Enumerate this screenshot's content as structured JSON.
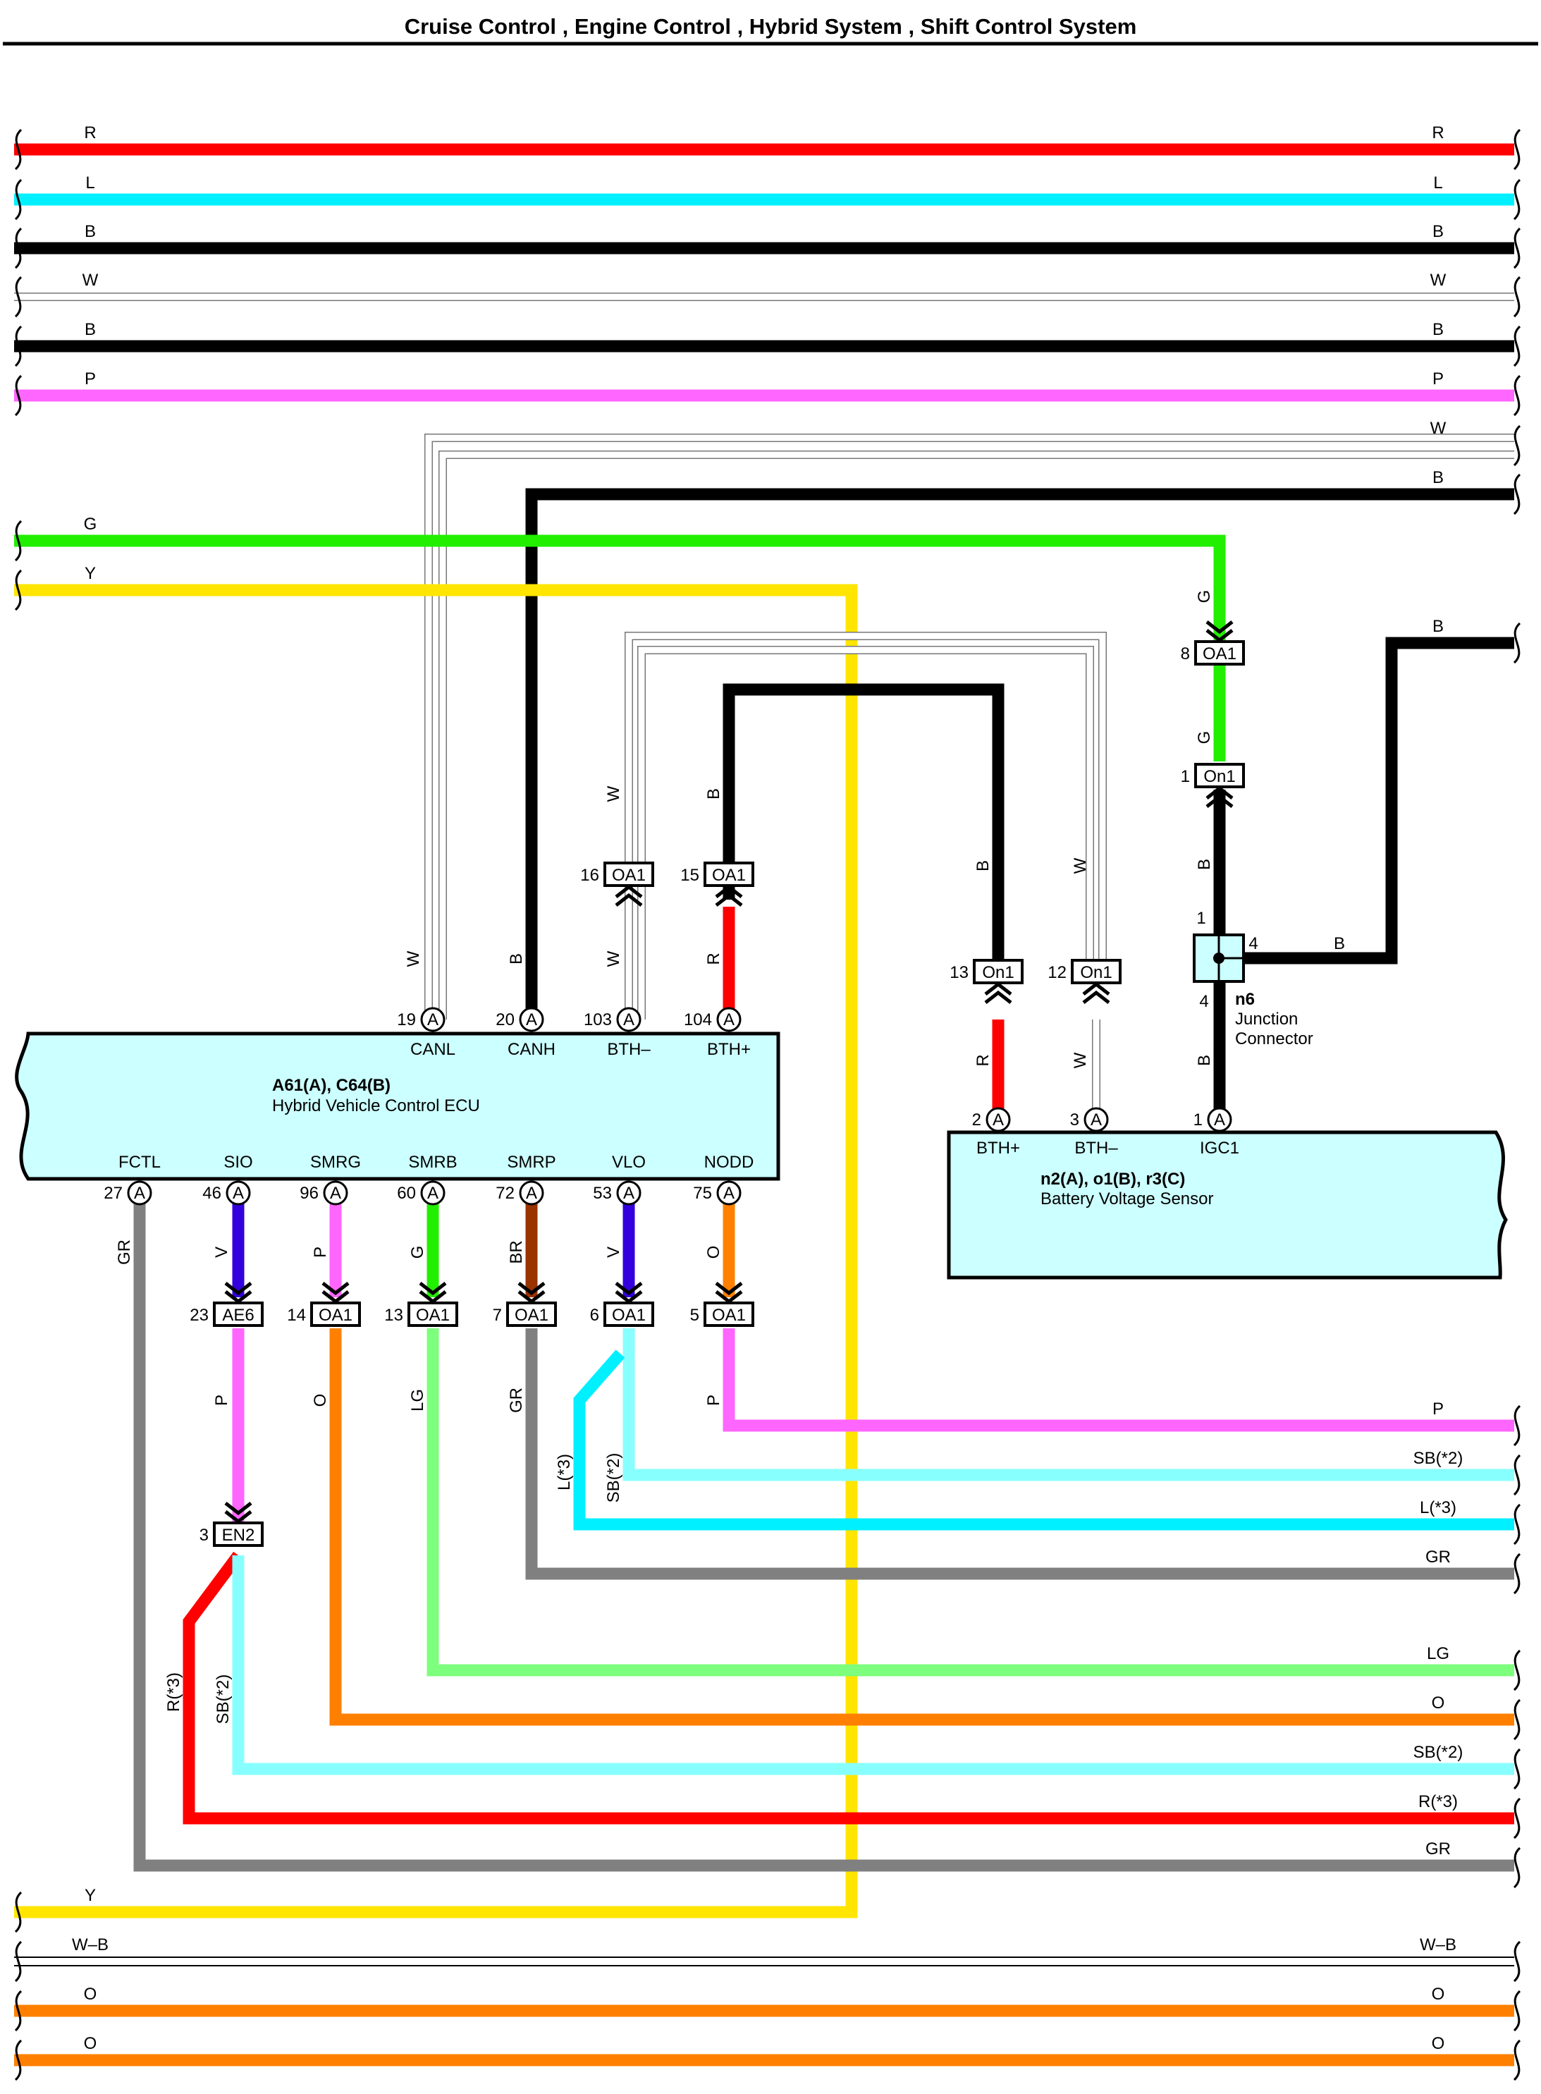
{
  "title": "Cruise Control , Engine Control , Hybrid System , Shift Control System",
  "colors": {
    "R": "#ff0000",
    "L": "#00f0ff",
    "B": "#000000",
    "W": "#ffffff",
    "P": "#ff66ff",
    "G": "#22ee00",
    "Y": "#ffe500",
    "GR": "#808080",
    "V": "#3300dd",
    "BR": "#993300",
    "O": "#ff8000",
    "LG": "#7dff7d",
    "SB": "#88ffff",
    "ecu_fill": "#ccffff"
  },
  "buses": {
    "r": "R",
    "l": "L",
    "b1": "B",
    "w": "W",
    "b2": "B",
    "p": "P",
    "w2": "W",
    "b3": "B",
    "g": "G",
    "y": "Y",
    "b4": "B",
    "p_out": "P",
    "sb_out1": "SB(*2)",
    "l_out": "L(*3)",
    "gr_out1": "GR",
    "lg_out": "LG",
    "o_out1": "O",
    "sb_out2": "SB(*2)",
    "r_out": "R(*3)",
    "gr_out2": "GR",
    "y_bot": "Y",
    "wb": "W–B",
    "o_bot1": "O",
    "o_bot2": "O"
  },
  "wire_labels": {
    "w_canl": "W",
    "b_canh": "B",
    "w_bthm": "W",
    "r_bthp": "R",
    "w_upper16": "W",
    "b_upper15": "B",
    "b_on1_13": "B",
    "w_on1_12": "W",
    "r_bs2": "R",
    "w_bs3": "W",
    "g_oa1_8": "G",
    "g_on1_1": "G",
    "b_jc": "B",
    "b_jc_right": "B",
    "b_bs1": "B",
    "gr_fctl": "GR",
    "v_sio": "V",
    "p_smrg": "P",
    "g_smrb": "G",
    "br_smrp": "BR",
    "v_vlo": "V",
    "o_nodd": "O",
    "p_ae6": "P",
    "o_oa1_14": "O",
    "lg_oa1_13": "LG",
    "gr_oa1_7": "GR",
    "l_vlo": "L(*3)",
    "sb_vlo": "SB(*2)",
    "p_oa1_5": "P",
    "r_en2": "R(*3)",
    "sb_en2": "SB(*2)"
  },
  "ecu": {
    "name": "A61(A), C64(B)",
    "desc": "Hybrid Vehicle Control ECU",
    "top_pins": [
      {
        "num": "19",
        "conn": "A",
        "label": "CANL"
      },
      {
        "num": "20",
        "conn": "A",
        "label": "CANH"
      },
      {
        "num": "103",
        "conn": "A",
        "label": "BTH–"
      },
      {
        "num": "104",
        "conn": "A",
        "label": "BTH+"
      }
    ],
    "bottom_pins": [
      {
        "num": "27",
        "conn": "A",
        "label": "FCTL"
      },
      {
        "num": "46",
        "conn": "A",
        "label": "SIO"
      },
      {
        "num": "96",
        "conn": "A",
        "label": "SMRG"
      },
      {
        "num": "60",
        "conn": "A",
        "label": "SMRB"
      },
      {
        "num": "72",
        "conn": "A",
        "label": "SMRP"
      },
      {
        "num": "53",
        "conn": "A",
        "label": "VLO"
      },
      {
        "num": "75",
        "conn": "A",
        "label": "NODD"
      }
    ]
  },
  "sensor": {
    "name": "n2(A), o1(B), r3(C)",
    "desc": "Battery Voltage Sensor",
    "pins": [
      {
        "num": "2",
        "conn": "A",
        "label": "BTH+"
      },
      {
        "num": "3",
        "conn": "A",
        "label": "BTH–"
      },
      {
        "num": "1",
        "conn": "A",
        "label": "IGC1"
      }
    ]
  },
  "junction": {
    "name": "n6",
    "line1": "Junction",
    "line2": "Connector",
    "pins": {
      "top": "1",
      "right": "4",
      "bottom": "4"
    }
  },
  "connectors": {
    "oa1_16": {
      "num": "16",
      "id": "OA1"
    },
    "oa1_15": {
      "num": "15",
      "id": "OA1"
    },
    "on1_13": {
      "num": "13",
      "id": "On1"
    },
    "on1_12": {
      "num": "12",
      "id": "On1"
    },
    "oa1_8": {
      "num": "8",
      "id": "OA1"
    },
    "on1_1": {
      "num": "1",
      "id": "On1"
    },
    "ae6_23": {
      "num": "23",
      "id": "AE6"
    },
    "oa1_14": {
      "num": "14",
      "id": "OA1"
    },
    "oa1_13": {
      "num": "13",
      "id": "OA1"
    },
    "oa1_7": {
      "num": "7",
      "id": "OA1"
    },
    "oa1_6": {
      "num": "6",
      "id": "OA1"
    },
    "oa1_5": {
      "num": "5",
      "id": "OA1"
    },
    "en2_3": {
      "num": "3",
      "id": "EN2"
    }
  }
}
